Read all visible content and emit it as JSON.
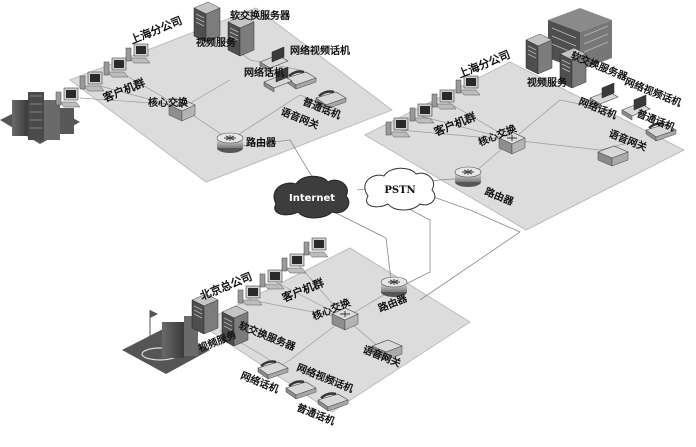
{
  "clouds": {
    "internet": "Internet",
    "pstn": "PSTN"
  },
  "sites": {
    "shanghai_left": {
      "name": "上海分公司",
      "client_group": "客户机群",
      "video_service": "视频服务",
      "soft_switch": "软交换服务器",
      "ip_video_phone": "网络视频话机",
      "ip_phone": "网络话机",
      "pstn_phone": "普通话机",
      "voice_gateway": "语音网关",
      "core_switch": "核心交换",
      "router": "路由器"
    },
    "shanghai_right": {
      "name": "上海分公司",
      "client_group": "客户机群",
      "video_service": "视频服务",
      "soft_switch": "软交换服务器",
      "ip_video_phone": "网络视频话机",
      "ip_phone": "网络话机",
      "pstn_phone": "普通话机",
      "voice_gateway": "语音网关",
      "core_switch": "核心交换",
      "router": "路由器"
    },
    "beijing": {
      "name": "北京总公司",
      "client_group": "客户机群",
      "video_service": "视频服务",
      "soft_switch": "软交换服务器",
      "ip_video_phone": "网络视频话机",
      "ip_phone": "网络话机",
      "pstn_phone": "普通话机",
      "voice_gateway": "语音网关",
      "core_switch": "核心交换",
      "router": "路由器"
    }
  }
}
